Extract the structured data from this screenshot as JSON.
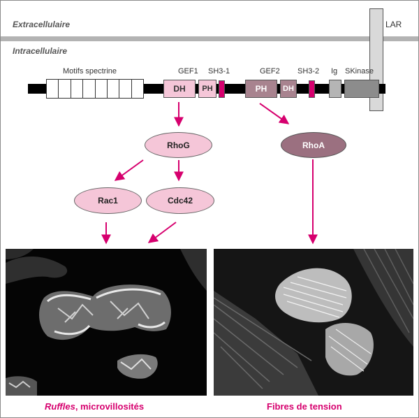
{
  "regions": {
    "extracellular": "Extracellulaire",
    "intracellular": "Intracellulaire"
  },
  "lar_label": "LAR",
  "domain_labels": {
    "spectrin": "Motifs spectrine",
    "gef1": "GEF1",
    "sh3_1": "SH3-1",
    "gef2": "GEF2",
    "sh3_2": "SH3-2",
    "ig": "Ig",
    "skinase": "SKinase"
  },
  "domain_boxes": {
    "dh1": "DH",
    "ph1": "PH",
    "ph2": "PH",
    "dh2": "DH"
  },
  "nodes": {
    "rhog": "RhoG",
    "rhoa": "RhoA",
    "rac1": "Rac1",
    "cdc42": "Cdc42"
  },
  "captions": {
    "left_italic": "Ruffles",
    "left_rest": ", microvillosités",
    "right": "Fibres de tension"
  },
  "colors": {
    "arrow_magenta": "#d6006e",
    "node_pink": "#f5c6d8",
    "node_mauve": "#9b7080",
    "dh_pink": "#f5c6d8",
    "ph_mauve": "#a8838f",
    "sh3_magenta": "#d6006e",
    "membrane_gray": "#b3b3b3"
  }
}
